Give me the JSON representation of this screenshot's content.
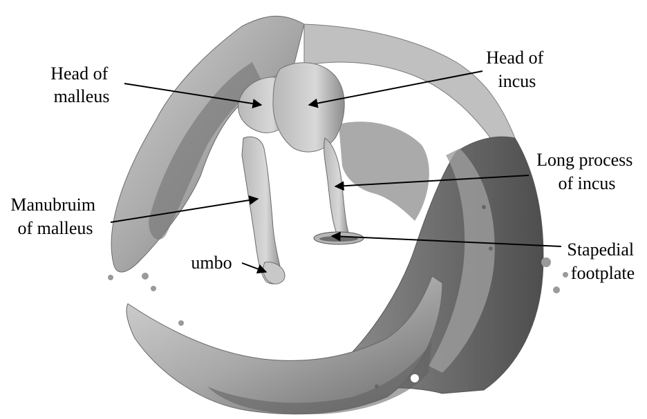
{
  "labels": {
    "head_of_malleus": [
      "Head of",
      "malleus"
    ],
    "head_of_incus": [
      "Head of",
      "incus"
    ],
    "long_process_of_incus": [
      "Long process",
      "of incus"
    ],
    "manubrium_of_malleus": [
      "Manubruim",
      "of malleus"
    ],
    "umbo": "umbo",
    "stapedial_footplate": [
      "Stapedial",
      "footplate"
    ]
  },
  "colors": {
    "bone_light": "#c9c9c9",
    "bone_mid": "#9a9a9a",
    "bone_dark": "#5e5e5e",
    "arrow": "#000000",
    "background": "#ffffff"
  }
}
